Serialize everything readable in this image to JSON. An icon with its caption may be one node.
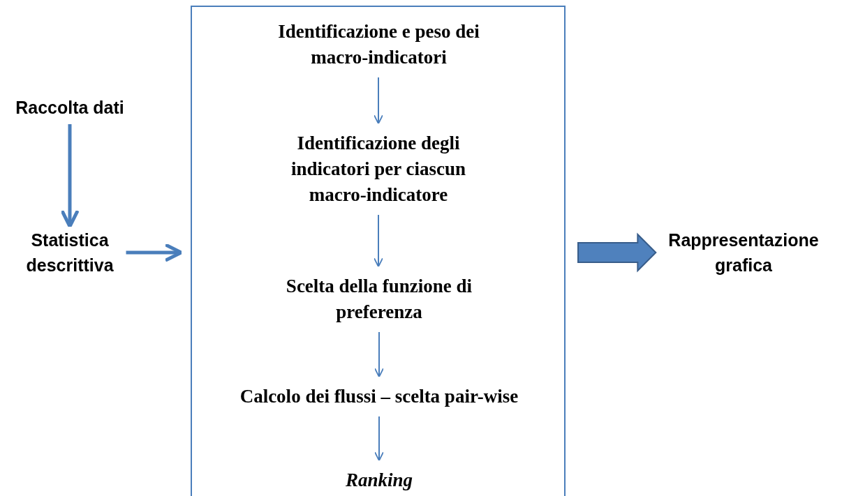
{
  "diagram": {
    "nodes": [
      {
        "text": [
          "Raccolta dati"
        ]
      },
      {
        "text": [
          "Statistica descrittiva"
        ]
      },
      {
        "text": [],
        "shape": "box"
      },
      {
        "text": [
          "Identificazione e peso dei macro-indicatori"
        ],
        "in": 2
      },
      {
        "text": [
          "Identificazione degli indicatori per ciascun macro-indicatore"
        ],
        "in": 2
      },
      {
        "text": [
          "Scelta della funzione di preferenza"
        ],
        "in": 2
      },
      {
        "text": [
          "Calcolo dei flussi – scelta pair-wise"
        ],
        "in": 2
      },
      {
        "text": [
          "Ranking"
        ],
        "in": 2
      },
      {
        "text": [
          "Rappresentazione grafica"
        ]
      }
    ],
    "edges": [
      {
        "from": 0,
        "to": 1,
        "arrow": "to",
        "style": "thick"
      },
      {
        "from": 1,
        "to": 2,
        "arrow": "to",
        "style": "thick"
      },
      {
        "from": 3,
        "to": 4,
        "arrow": "to"
      },
      {
        "from": 4,
        "to": 5,
        "arrow": "to"
      },
      {
        "from": 5,
        "to": 6,
        "arrow": "to"
      },
      {
        "from": 6,
        "to": 7,
        "arrow": "to"
      },
      {
        "from": 2,
        "to": 8,
        "arrow": "to",
        "style": "thick"
      }
    ]
  }
}
